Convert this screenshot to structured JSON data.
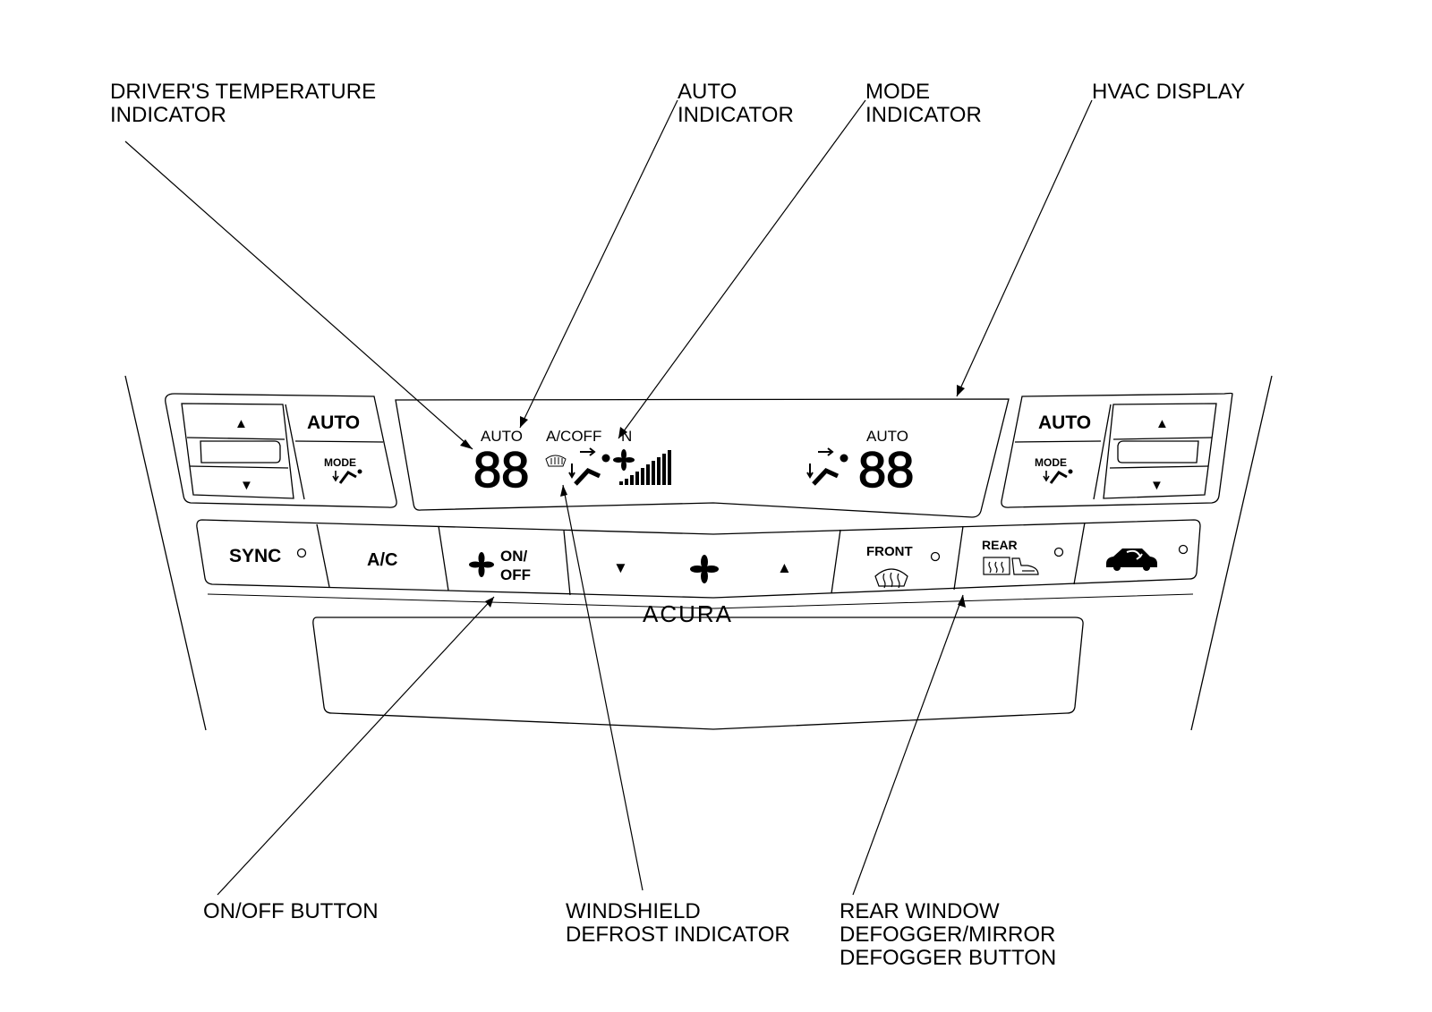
{
  "callouts": {
    "driver_temp": "DRIVER'S TEMPERATURE\nINDICATOR",
    "auto_indicator": "AUTO\nINDICATOR",
    "mode_indicator": "MODE\nINDICATOR",
    "hvac_display": "HVAC DISPLAY",
    "onoff_button": "ON/OFF BUTTON",
    "windshield_defrost": "WINDSHIELD\nDEFROST INDICATOR",
    "rear_window": "REAR WINDOW\nDEFOGGER/MIRROR\nDEFOGGER BUTTON"
  },
  "display": {
    "left_auto": "AUTO",
    "ac_off": "A/COFF",
    "on_fragment": "N",
    "left_temp": "88",
    "right_auto": "AUTO",
    "right_temp": "88"
  },
  "controls": {
    "left_auto": "AUTO",
    "left_mode": "MODE",
    "right_auto": "AUTO",
    "right_mode": "MODE",
    "sync": "SYNC",
    "ac": "A/C",
    "on": "ON/",
    "off": "OFF",
    "front": "FRONT",
    "rear": "REAR",
    "brand": "ACURA"
  },
  "glyphs": {
    "up_arrow": "▲",
    "down_arrow": "▼"
  }
}
